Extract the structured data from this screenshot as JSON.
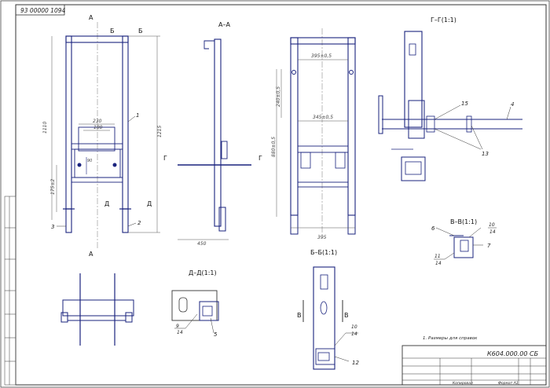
{
  "drawing": {
    "doc_code": "93 00000 1094",
    "designation": "К604.000.00 СБ",
    "note": "1. Размеры для справок",
    "stamp_left": "Копировал",
    "stamp_right": "Формат  А1"
  },
  "section_titles": {
    "a_a": "А–А",
    "g_g": "Г–Г(1:1)",
    "d_d": "Д–Д(1:1)",
    "b_b": "Б–Б(1:1)",
    "v_v": "В–В(1:1)"
  },
  "cut_marks": {
    "a_top": "А",
    "a_bottom": "А",
    "b_left": "Б",
    "b_right": "Б",
    "d_left": "Д",
    "d_right": "Д",
    "g_left": "Г",
    "g_right": "Г",
    "v_left": "В",
    "v_right": "В"
  },
  "balloons": {
    "p1": "1",
    "p2": "2",
    "p3": "3",
    "p4": "4",
    "p5": "5",
    "p6": "6",
    "p7": "7",
    "p9": "9",
    "p10a": "10",
    "p10b": "10",
    "p11": "11",
    "p12": "12",
    "p13": "13",
    "p14a": "14",
    "p14b": "14",
    "p14c": "14",
    "p14d": "14",
    "p15": "15"
  },
  "dimensions": {
    "front_height": "1110",
    "front_total": "1215",
    "front_230": "230",
    "front_180": "180",
    "front_175": "175±2",
    "front_90": "90",
    "side_450": "450",
    "view_395": "395±0,5",
    "view_345": "345±0,5",
    "view_395b": "395",
    "view_240": "240±0,5",
    "view_880": "880±0,5"
  }
}
